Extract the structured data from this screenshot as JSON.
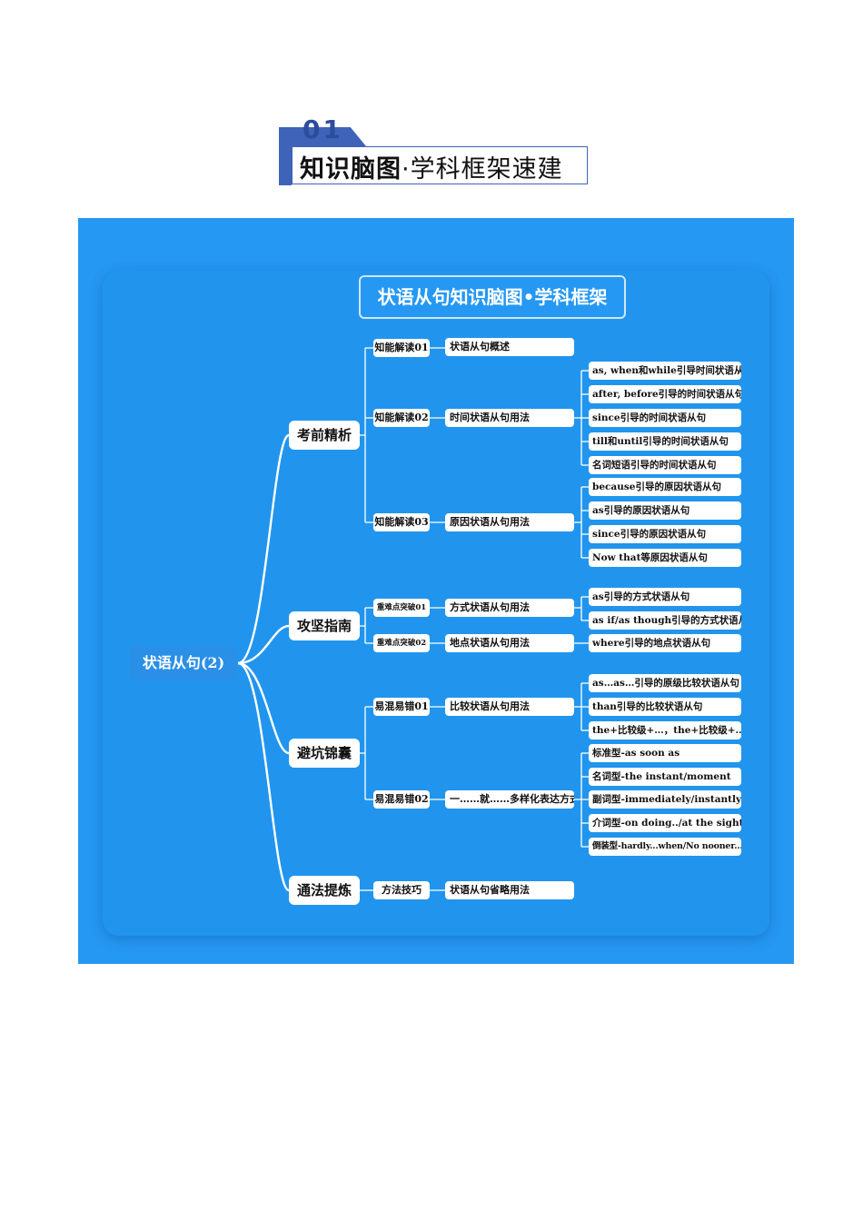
{
  "header": {
    "number": "01",
    "title_bold": "知识脑图",
    "title_rest": "·学科框架速建"
  },
  "mindmap": {
    "title": "状语从句知识脑图•学科框架",
    "root": "状语从句(2)",
    "branches": [
      {
        "label": "考前精析",
        "items": [
          {
            "tag": "知能解读01",
            "topic": "状语从句概述",
            "points": []
          },
          {
            "tag": "知能解读02",
            "topic": "时间状语从句用法",
            "points": [
              "as, when和while引导时间状语从句",
              "after, before引导的时间状语从句",
              "since引导的时间状语从句",
              "till和until引导的时间状语从句",
              "名词短语引导的时间状语从句"
            ]
          },
          {
            "tag": "知能解读03",
            "topic": "原因状语从句用法",
            "points": [
              "because引导的原因状语从句",
              "as引导的原因状语从句",
              "since引导的原因状语从句",
              "Now that等原因状语从句"
            ]
          }
        ]
      },
      {
        "label": "攻坚指南",
        "items": [
          {
            "tag": "重难点突破01",
            "topic": "方式状语从句用法",
            "points": [
              "as引导的方式状语从句",
              "as if/as though引导的方式状语从句"
            ]
          },
          {
            "tag": "重难点突破02",
            "topic": "地点状语从句用法",
            "points": [
              "where引导的地点状语从句"
            ]
          }
        ]
      },
      {
        "label": "避坑锦囊",
        "items": [
          {
            "tag": "易混易错01",
            "topic": "比较状语从句用法",
            "points": [
              "as…as…引导的原级比较状语从句",
              "than引导的比较状语从句",
              "the+比较级+…，the+比较级+…"
            ]
          },
          {
            "tag": "易混易错02",
            "topic": "一……就……多样化表达方式",
            "points": [
              "标准型-as soon as",
              "名词型-the instant/moment",
              "副词型-immediately/instantly",
              "介词型-on doing../at the sight of",
              "倒装型-hardly...when/No nooner...than"
            ]
          }
        ]
      },
      {
        "label": "通法提炼",
        "items": [
          {
            "tag": "方法技巧",
            "topic": "状语从句省略用法",
            "points": []
          }
        ]
      }
    ]
  }
}
